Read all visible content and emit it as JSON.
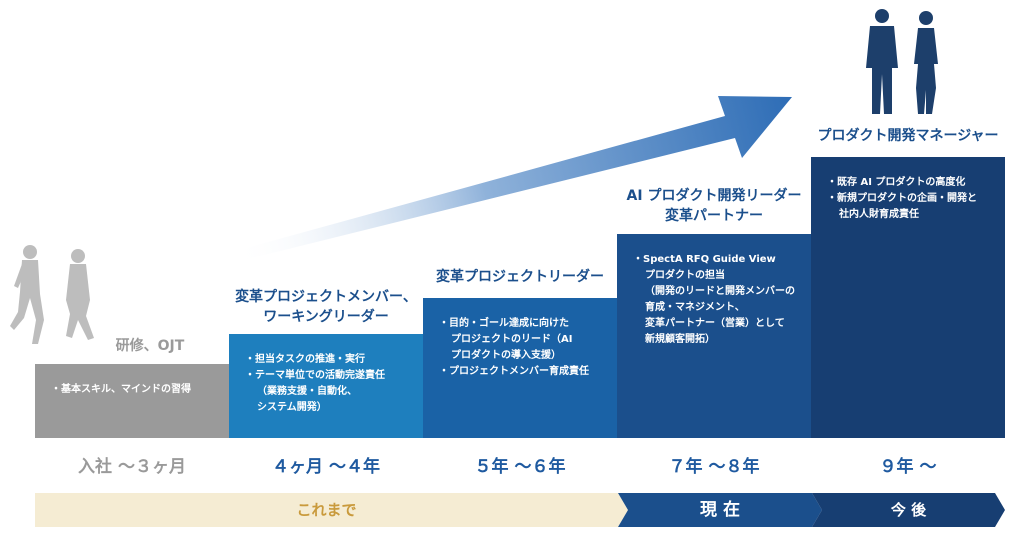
{
  "stages": [
    {
      "title": [
        "研修、OJT"
      ],
      "bullets": [
        "・基本スキル、マインドの習得"
      ],
      "period": "入社 〜３ヶ月",
      "color": "#9a9a9a"
    },
    {
      "title": [
        "変革プロジェクトメンバー、",
        "ワーキングリーダー"
      ],
      "bullets": [
        "・担当タスクの推進・実行",
        "・テーマ単位での活動完遂責任",
        "（業務支援・自動化、",
        "システム開発）"
      ],
      "period": "４ヶ月 〜４年",
      "color": "#1e7fbe"
    },
    {
      "title": [
        "変革プロジェクトリーダー"
      ],
      "bullets": [
        "・目的・ゴール達成に向けた",
        "プロジェクトのリード（AI",
        "プロダクトの導入支援）",
        "・プロジェクトメンバー育成責任"
      ],
      "period": "５年 〜６年",
      "color": "#1a62a6"
    },
    {
      "title": [
        "AI プロダクト開発リーダー",
        "変革パートナー"
      ],
      "bullets": [
        "・SpectA RFQ Guide View",
        "プロダクトの担当",
        "（開発のリードと開発メンバーの",
        "育成・マネジメント、",
        "変革パートナー（営業）として",
        "新規顧客開拓）"
      ],
      "period": "７年 〜８年",
      "color": "#1b4f8c"
    },
    {
      "title": [
        "プロダクト開発マネージャー"
      ],
      "bullets": [
        "・既存 AI プロダクトの高度化",
        "・新規プロダクトの企画・開発と",
        "社内人財育成責任"
      ],
      "period": "９年 〜",
      "color": "#173e72"
    }
  ],
  "timeline": {
    "past": "これまで",
    "present": "現 在",
    "future": "今 後"
  },
  "colors": {
    "past_bar": "#f5ecd3",
    "present_bar": "#1b4f8c",
    "future_bar": "#173e72",
    "title_text": "#1b4f8c",
    "period_text": "#1f5aa0"
  }
}
